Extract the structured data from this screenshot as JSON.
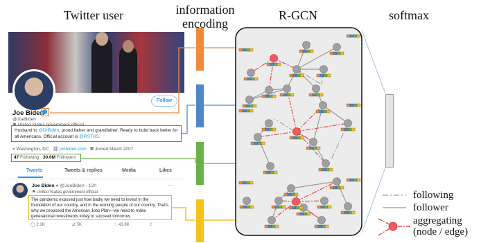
{
  "headings": {
    "twitter_user": "Twitter user",
    "information_encoding": [
      "information",
      "encoding"
    ],
    "rgcn": "R-GCN",
    "softmax": "softmax"
  },
  "profile": {
    "follow": "Follow",
    "name": "Joe Biden",
    "handle": "@JoeBiden",
    "category": "United States government official",
    "bio_line1_a": "Husband to ",
    "bio_line1_link": "@DrBiden",
    "bio_line1_b": ", proud father and grandfather. Ready to build back better for",
    "bio_line2_a": "all Americans. Official account is ",
    "bio_line2_link": "@POTUS",
    "bio_line2_b": ".",
    "location": "Washington, DC",
    "website": "joebiden.com",
    "joined": "Joined March 2007",
    "following_count": "47",
    "following_label": "Following",
    "followers_count": "30.6M",
    "followers_label": "Followers",
    "tabs": [
      "Tweets",
      "Tweets & replies",
      "Media",
      "Likes"
    ]
  },
  "tweet": {
    "name": "Joe Biden",
    "handle_time": "@JoeBiden · 12h",
    "more": "···",
    "category": "United States government official",
    "text": "The pandemic exposed just how badly we need to invest in the foundation of our country, and in the working people of our country. That's why we proposed the American Jobs Plan—we need to make generational investments today to succeed tomorrow.",
    "replies": "2.2K",
    "retweets": "5K",
    "likes": "43.8K"
  },
  "colors": {
    "name": "#e07020",
    "bio": "#4a7dc9",
    "stats": "#5aa03c",
    "tweet": "#f2b400",
    "aggregating": "#e8484e"
  },
  "legend": {
    "following": "following",
    "follower": "follower",
    "aggregating": [
      "aggregating",
      "(node / edge)"
    ]
  }
}
